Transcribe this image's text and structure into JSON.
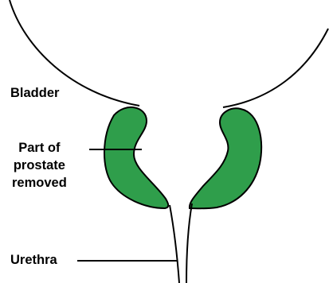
{
  "labels": {
    "bladder": "Bladder",
    "prostate": "Part of\nprostate\nremoved",
    "urethra": "Urethra"
  },
  "colors": {
    "prostate_fill": "#2f9e4b",
    "outline": "#000000",
    "background": "#ffffff"
  }
}
